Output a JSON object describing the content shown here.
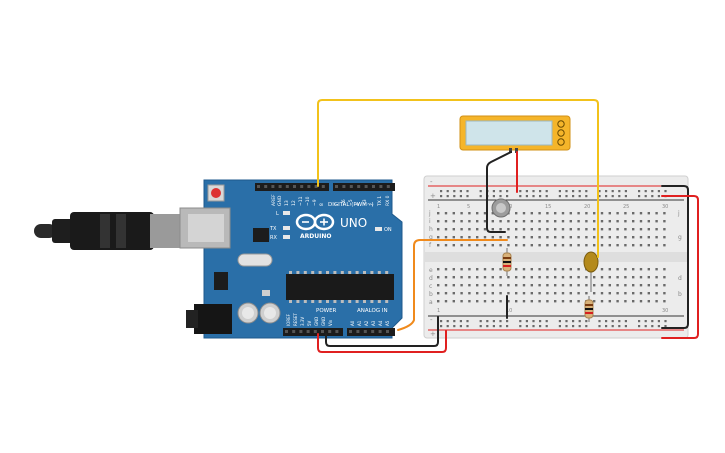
{
  "colors": {
    "background": "#ffffff",
    "arduino_board": "#2a6fa8",
    "arduino_dark": "#1f5a8c",
    "breadboard": "#ececec",
    "wire_yellow": "#f2c21b",
    "wire_orange": "#f08a1c",
    "wire_red": "#e02020",
    "wire_black": "#222222",
    "lcd_frame": "#f5b52a",
    "lcd_screen": "#cfe4ea"
  },
  "arduino": {
    "logo_text": "ARDUINO",
    "model": "UNO",
    "digital_label": "DIGITAL (PWM~)",
    "power_label": "POWER",
    "analog_label": "ANALOG IN",
    "on_label": "ON",
    "tx_label": "TX",
    "rx_label": "RX",
    "l_label": "L",
    "digital_pins": [
      "AREF",
      "GND",
      "13",
      "12",
      "~11",
      "~10",
      "~9",
      "8",
      "7",
      "~6",
      "~5",
      "4",
      "~3",
      "2",
      "TX 1",
      "RX 0"
    ],
    "power_pins": [
      "IOREF",
      "RESET",
      "3.3V",
      "5V",
      "GND",
      "GND",
      "Vin"
    ],
    "analog_pins": [
      "A0",
      "A1",
      "A2",
      "A3",
      "A4",
      "A5"
    ]
  },
  "breadboard": {
    "row_letters_top": [
      "j",
      "i",
      "h",
      "g",
      "f"
    ],
    "row_letters_bottom": [
      "e",
      "d",
      "c",
      "b",
      "a"
    ],
    "column_numbers": [
      "1",
      "5",
      "10",
      "15",
      "20",
      "25",
      "30"
    ],
    "rail_plus": "+",
    "rail_minus": "-"
  },
  "icons": {
    "usb_cable": "usb-cable-icon",
    "lcd_buttons": "lcd-button-icon"
  }
}
